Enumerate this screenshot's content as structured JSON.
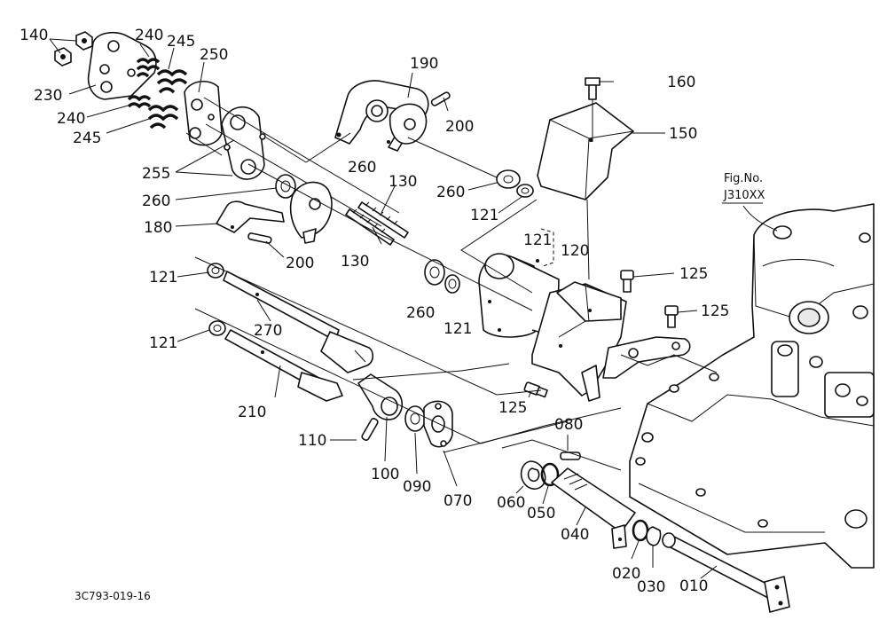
{
  "diagram": {
    "figure_ref_label": "Fig.No.",
    "figure_ref_number": "J310XX",
    "drawing_code": "3C793-019-16",
    "callouts": [
      {
        "id": "140",
        "text": "140"
      },
      {
        "id": "240a",
        "text": "240"
      },
      {
        "id": "245a",
        "text": "245"
      },
      {
        "id": "250",
        "text": "250"
      },
      {
        "id": "230",
        "text": "230"
      },
      {
        "id": "240b",
        "text": "240"
      },
      {
        "id": "245b",
        "text": "245"
      },
      {
        "id": "190",
        "text": "190"
      },
      {
        "id": "200a",
        "text": "200"
      },
      {
        "id": "160",
        "text": "160"
      },
      {
        "id": "150",
        "text": "150"
      },
      {
        "id": "255",
        "text": "255"
      },
      {
        "id": "260a",
        "text": "260"
      },
      {
        "id": "260b",
        "text": "260"
      },
      {
        "id": "130a",
        "text": "130"
      },
      {
        "id": "260c",
        "text": "260"
      },
      {
        "id": "121a",
        "text": "121"
      },
      {
        "id": "180",
        "text": "180"
      },
      {
        "id": "121b",
        "text": "121"
      },
      {
        "id": "120",
        "text": "120"
      },
      {
        "id": "200b",
        "text": "200"
      },
      {
        "id": "130b",
        "text": "130"
      },
      {
        "id": "125a",
        "text": "125"
      },
      {
        "id": "121c",
        "text": "121"
      },
      {
        "id": "260d",
        "text": "260"
      },
      {
        "id": "125b",
        "text": "125"
      },
      {
        "id": "121d",
        "text": "121"
      },
      {
        "id": "270",
        "text": "270"
      },
      {
        "id": "121e",
        "text": "121"
      },
      {
        "id": "210",
        "text": "210"
      },
      {
        "id": "125c",
        "text": "125"
      },
      {
        "id": "080",
        "text": "080"
      },
      {
        "id": "110",
        "text": "110"
      },
      {
        "id": "100",
        "text": "100"
      },
      {
        "id": "090",
        "text": "090"
      },
      {
        "id": "070",
        "text": "070"
      },
      {
        "id": "060",
        "text": "060"
      },
      {
        "id": "050",
        "text": "050"
      },
      {
        "id": "040",
        "text": "040"
      },
      {
        "id": "020",
        "text": "020"
      },
      {
        "id": "030",
        "text": "030"
      },
      {
        "id": "010",
        "text": "010"
      }
    ]
  }
}
